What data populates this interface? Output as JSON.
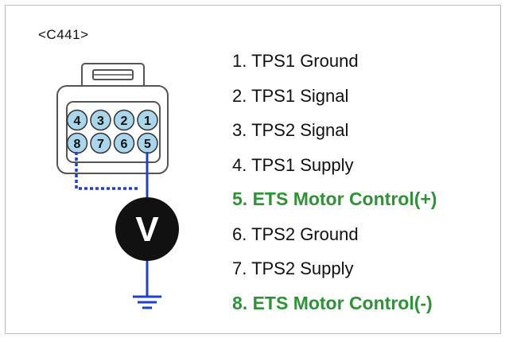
{
  "connector": {
    "code": "<C441>",
    "top_row_pins": [
      "4",
      "3",
      "2",
      "1"
    ],
    "bottom_row_pins": [
      "8",
      "7",
      "6",
      "5"
    ]
  },
  "meter": {
    "symbol": "V"
  },
  "pins": [
    {
      "text": "1. TPS1 Ground",
      "highlight": false
    },
    {
      "text": "2. TPS1 Signal",
      "highlight": false
    },
    {
      "text": "3. TPS2 Signal",
      "highlight": false
    },
    {
      "text": "4. TPS1 Supply",
      "highlight": false
    },
    {
      "text": "5. ETS Motor Control(+)",
      "highlight": true
    },
    {
      "text": "6. TPS2 Ground",
      "highlight": false
    },
    {
      "text": "7. TPS2 Supply",
      "highlight": false
    },
    {
      "text": "8. ETS Motor Control(-)",
      "highlight": true
    }
  ],
  "colors": {
    "highlight": "#2e9334",
    "wire": "#1f3fd0",
    "pin_fill": "#a9d6ea"
  }
}
